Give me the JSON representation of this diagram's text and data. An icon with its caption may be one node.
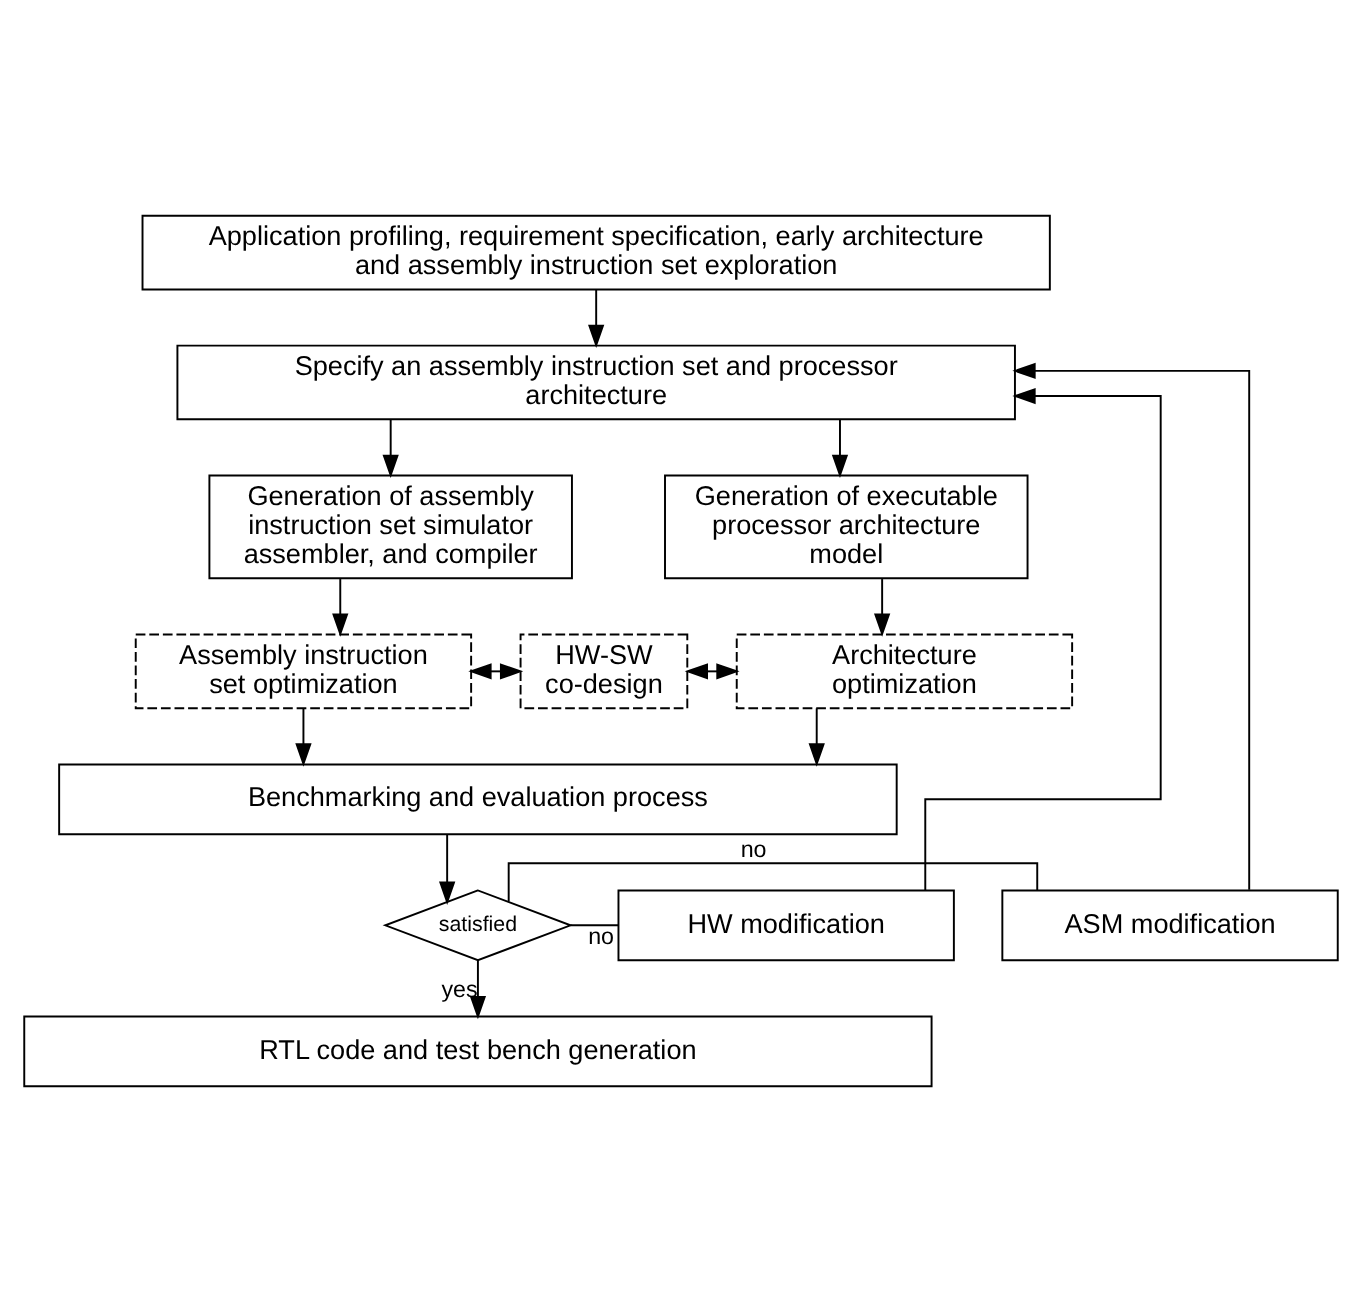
{
  "diagram": {
    "nodes": [
      {
        "text": [
          "Application profiling, requirement specification, early architecture and assembly instruction set exploration"
        ]
      },
      {
        "text": [
          "Specify an assembly instruction set and processor architecture"
        ]
      },
      {
        "text": [
          "Generation of assembly instruction set simulator assembler, and compiler"
        ]
      },
      {
        "text": [
          "Generation of executable processor architecture model"
        ]
      },
      {
        "text": [
          "Assembly instruction set optimization"
        ]
      },
      {
        "text": [
          "HW-SW co-design"
        ]
      },
      {
        "text": [
          "Architecture optimization"
        ]
      },
      {
        "text": [
          "Benchmarking and evaluation process"
        ]
      },
      {
        "text": [
          "ASM modification"
        ]
      },
      {
        "text": [
          "satisfied"
        ]
      },
      {
        "text": [
          "HW modification"
        ]
      },
      {
        "text": [
          "RTL code and test bench generation"
        ]
      }
    ],
    "edges": [
      {
        "from": 0,
        "to": 1,
        "arrow": "to"
      },
      {
        "from": 1,
        "to": 2,
        "arrow": "to"
      },
      {
        "from": 1,
        "to": 3,
        "arrow": "to"
      },
      {
        "from": 2,
        "to": 4,
        "arrow": "to"
      },
      {
        "from": 3,
        "to": 6,
        "arrow": "to"
      },
      {
        "from": 4,
        "to": 5,
        "arrow": "both"
      },
      {
        "from": 5,
        "to": 6,
        "arrow": "both"
      },
      {
        "from": 4,
        "to": 7,
        "arrow": "to"
      },
      {
        "from": 6,
        "to": 7,
        "arrow": "to"
      },
      {
        "from": 7,
        "to": 9,
        "arrow": "to"
      },
      {
        "from": 9,
        "to": 8,
        "arrow": "none",
        "label": "no"
      },
      {
        "from": 9,
        "to": 10,
        "arrow": "none",
        "label": "no"
      },
      {
        "from": 9,
        "to": 11,
        "arrow": "to",
        "label": "yes"
      },
      {
        "from": 8,
        "to": 1,
        "arrow": "to"
      },
      {
        "from": 10,
        "to": 1,
        "arrow": "to"
      }
    ]
  }
}
